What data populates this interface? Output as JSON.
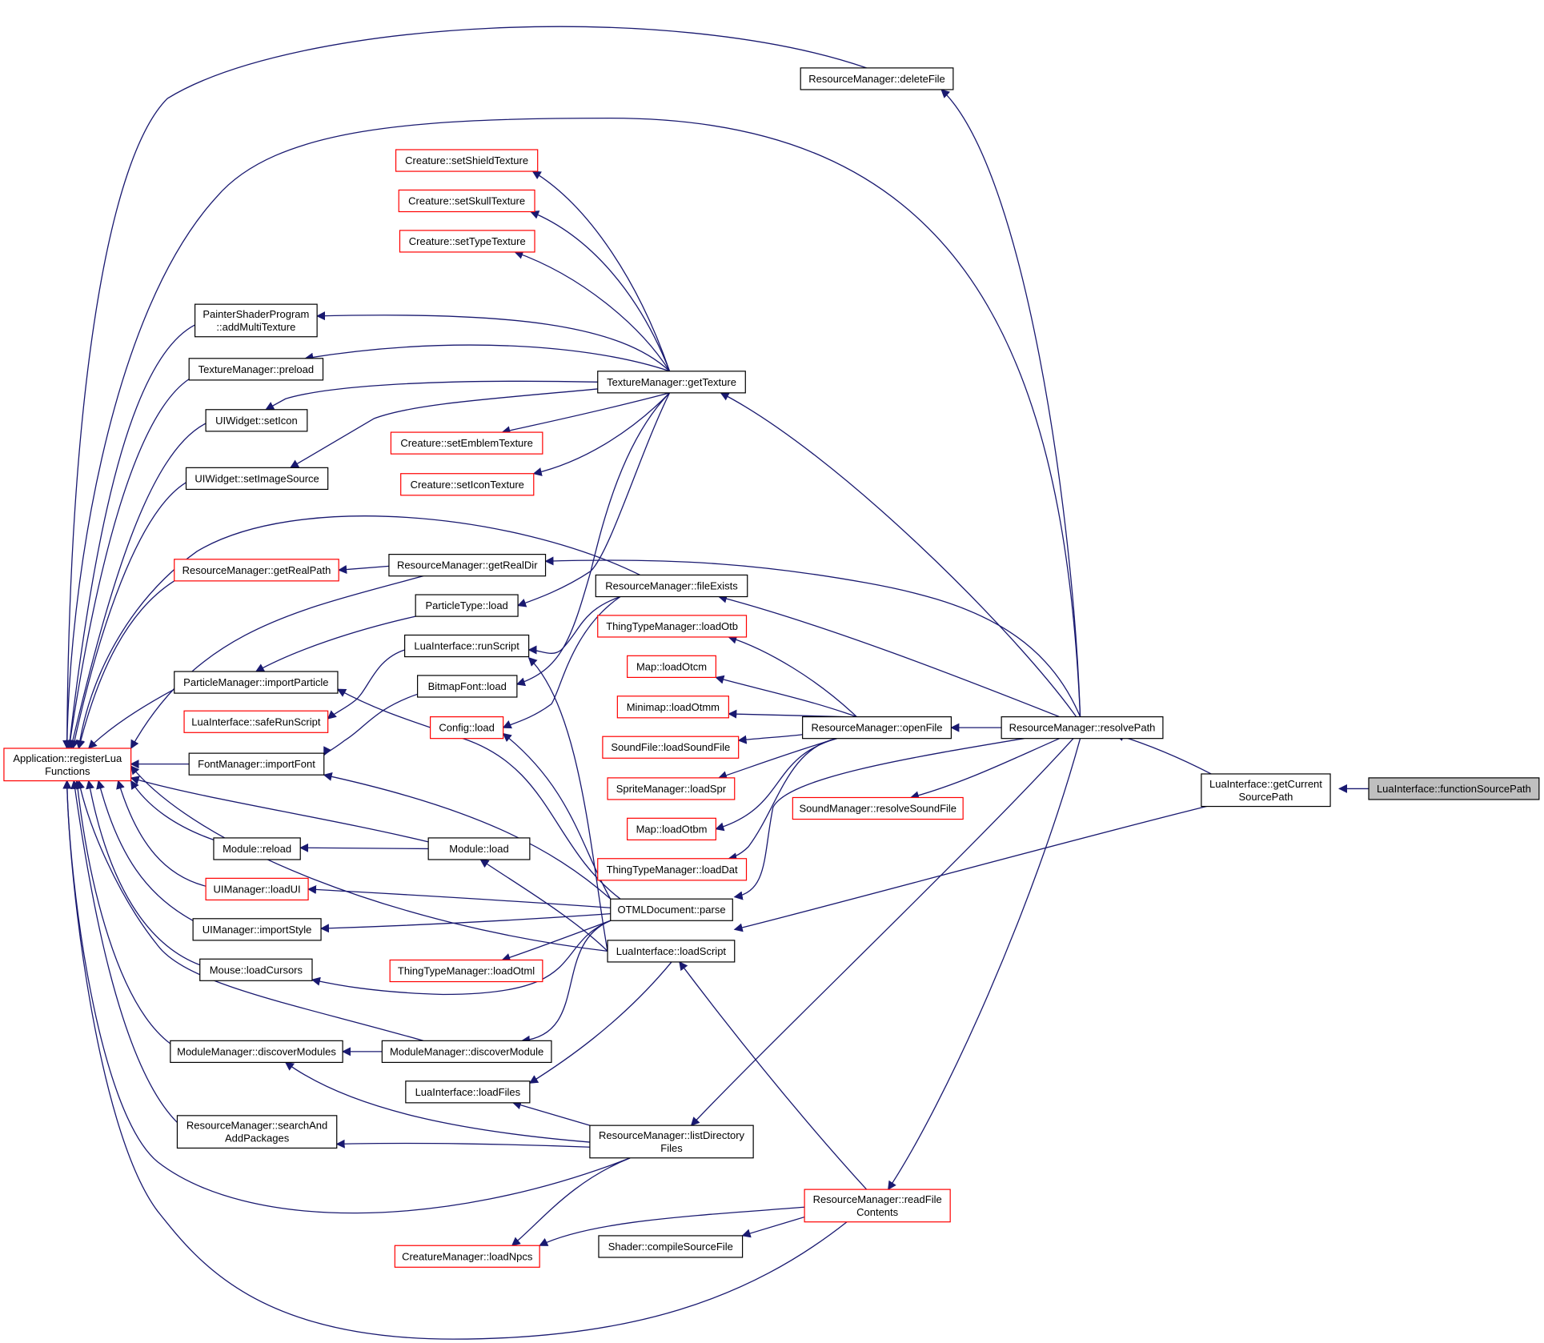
{
  "diagram": {
    "root": "fsp",
    "colors": {
      "edge": "#191970",
      "normal_border": "#000000",
      "truncated_border": "#ff0000",
      "root_fill": "#bfbfbf",
      "node_fill": "#ffffff"
    },
    "nodes": [
      {
        "id": "fsp",
        "lines": [
          "LuaInterface::functionSourcePath"
        ],
        "style": "root"
      },
      {
        "id": "gcsp",
        "lines": [
          "LuaInterface::getCurrent",
          "SourcePath"
        ],
        "style": "normal"
      },
      {
        "id": "rp",
        "lines": [
          "ResourceManager::resolvePath"
        ],
        "style": "normal"
      },
      {
        "id": "ls",
        "lines": [
          "LuaInterface::loadScript"
        ],
        "style": "normal"
      },
      {
        "id": "df",
        "lines": [
          "ResourceManager::deleteFile"
        ],
        "style": "normal"
      },
      {
        "id": "gt",
        "lines": [
          "TextureManager::getTexture"
        ],
        "style": "normal"
      },
      {
        "id": "grd",
        "lines": [
          "ResourceManager::getRealDir"
        ],
        "style": "normal"
      },
      {
        "id": "fe",
        "lines": [
          "ResourceManager::fileExists"
        ],
        "style": "normal"
      },
      {
        "id": "of",
        "lines": [
          "ResourceManager::openFile"
        ],
        "style": "normal"
      },
      {
        "id": "rsf",
        "lines": [
          "SoundManager::resolveSoundFile"
        ],
        "style": "truncated"
      },
      {
        "id": "ldf",
        "lines": [
          "ResourceManager::listDirectory",
          "Files"
        ],
        "style": "normal"
      },
      {
        "id": "rfc",
        "lines": [
          "ResourceManager::readFile",
          "Contents"
        ],
        "style": "truncated"
      },
      {
        "id": "sst",
        "lines": [
          "Creature::setShieldTexture"
        ],
        "style": "truncated"
      },
      {
        "id": "skt",
        "lines": [
          "Creature::setSkullTexture"
        ],
        "style": "truncated"
      },
      {
        "id": "stt",
        "lines": [
          "Creature::setTypeTexture"
        ],
        "style": "truncated"
      },
      {
        "id": "amt",
        "lines": [
          "PainterShaderProgram",
          "::addMultiTexture"
        ],
        "style": "normal"
      },
      {
        "id": "tmp",
        "lines": [
          "TextureManager::preload"
        ],
        "style": "normal"
      },
      {
        "id": "wsi",
        "lines": [
          "UIWidget::setIcon"
        ],
        "style": "normal"
      },
      {
        "id": "set",
        "lines": [
          "Creature::setEmblemTexture"
        ],
        "style": "truncated"
      },
      {
        "id": "wsis",
        "lines": [
          "UIWidget::setImageSource"
        ],
        "style": "normal"
      },
      {
        "id": "sit",
        "lines": [
          "Creature::setIconTexture"
        ],
        "style": "truncated"
      },
      {
        "id": "grp",
        "lines": [
          "ResourceManager::getRealPath"
        ],
        "style": "truncated"
      },
      {
        "id": "ptl",
        "lines": [
          "ParticleType::load"
        ],
        "style": "normal"
      },
      {
        "id": "lotb",
        "lines": [
          "ThingTypeManager::loadOtb"
        ],
        "style": "truncated"
      },
      {
        "id": "lrs",
        "lines": [
          "LuaInterface::runScript"
        ],
        "style": "normal"
      },
      {
        "id": "mlotcm",
        "lines": [
          "Map::loadOtcm"
        ],
        "style": "truncated"
      },
      {
        "id": "pmip",
        "lines": [
          "ParticleManager::importParticle"
        ],
        "style": "normal"
      },
      {
        "id": "bfl",
        "lines": [
          "BitmapFont::load"
        ],
        "style": "normal"
      },
      {
        "id": "mmlotmm",
        "lines": [
          "Minimap::loadOtmm"
        ],
        "style": "truncated"
      },
      {
        "id": "lsrs",
        "lines": [
          "LuaInterface::safeRunScript"
        ],
        "style": "truncated"
      },
      {
        "id": "cfgl",
        "lines": [
          "Config::load"
        ],
        "style": "truncated"
      },
      {
        "id": "sflsf",
        "lines": [
          "SoundFile::loadSoundFile"
        ],
        "style": "truncated"
      },
      {
        "id": "arlf",
        "lines": [
          "Application::registerLua",
          "Functions"
        ],
        "style": "truncated"
      },
      {
        "id": "fmif",
        "lines": [
          "FontManager::importFont"
        ],
        "style": "normal"
      },
      {
        "id": "smls",
        "lines": [
          "SpriteManager::loadSpr"
        ],
        "style": "truncated"
      },
      {
        "id": "mlotbm",
        "lines": [
          "Map::loadOtbm"
        ],
        "style": "truncated"
      },
      {
        "id": "modrl",
        "lines": [
          "Module::reload"
        ],
        "style": "normal"
      },
      {
        "id": "modl",
        "lines": [
          "Module::load"
        ],
        "style": "normal"
      },
      {
        "id": "ttmld",
        "lines": [
          "ThingTypeManager::loadDat"
        ],
        "style": "truncated"
      },
      {
        "id": "uilu",
        "lines": [
          "UIManager::loadUI"
        ],
        "style": "truncated"
      },
      {
        "id": "otmlp",
        "lines": [
          "OTMLDocument::parse"
        ],
        "style": "normal"
      },
      {
        "id": "uiis",
        "lines": [
          "UIManager::importStyle"
        ],
        "style": "normal"
      },
      {
        "id": "ttmlo",
        "lines": [
          "ThingTypeManager::loadOtml"
        ],
        "style": "truncated"
      },
      {
        "id": "mlc",
        "lines": [
          "Mouse::loadCursors"
        ],
        "style": "normal"
      },
      {
        "id": "mmdms",
        "lines": [
          "ModuleManager::discoverModules"
        ],
        "style": "normal"
      },
      {
        "id": "mmdm",
        "lines": [
          "ModuleManager::discoverModule"
        ],
        "style": "normal"
      },
      {
        "id": "lilf",
        "lines": [
          "LuaInterface::loadFiles"
        ],
        "style": "normal"
      },
      {
        "id": "rmsap",
        "lines": [
          "ResourceManager::searchAnd",
          "AddPackages"
        ],
        "style": "normal"
      },
      {
        "id": "cmln",
        "lines": [
          "CreatureManager::loadNpcs"
        ],
        "style": "truncated"
      },
      {
        "id": "shcsf",
        "lines": [
          "Shader::compileSourceFile"
        ],
        "style": "normal"
      }
    ],
    "edges": [
      [
        "fsp",
        "gcsp"
      ],
      [
        "gcsp",
        "rp"
      ],
      [
        "gcsp",
        "ls"
      ],
      [
        "rp",
        "df"
      ],
      [
        "rp",
        "gt"
      ],
      [
        "rp",
        "grd"
      ],
      [
        "rp",
        "fe"
      ],
      [
        "rp",
        "of"
      ],
      [
        "rp",
        "rsf"
      ],
      [
        "rp",
        "ldf"
      ],
      [
        "rp",
        "rfc"
      ],
      [
        "rp",
        "arlf"
      ],
      [
        "rp",
        "otmlp"
      ],
      [
        "ls",
        "lrs"
      ],
      [
        "ls",
        "modl"
      ],
      [
        "ls",
        "lilf"
      ],
      [
        "ls",
        "arlf"
      ],
      [
        "rfc",
        "ls"
      ],
      [
        "df",
        "arlf"
      ],
      [
        "gt",
        "sst"
      ],
      [
        "gt",
        "skt"
      ],
      [
        "gt",
        "stt"
      ],
      [
        "gt",
        "amt"
      ],
      [
        "gt",
        "tmp"
      ],
      [
        "gt",
        "wsi"
      ],
      [
        "gt",
        "set"
      ],
      [
        "gt",
        "wsis"
      ],
      [
        "gt",
        "sit"
      ],
      [
        "gt",
        "ptl"
      ],
      [
        "gt",
        "bfl"
      ],
      [
        "grd",
        "grp"
      ],
      [
        "grd",
        "arlf"
      ],
      [
        "grp",
        "arlf"
      ],
      [
        "fe",
        "cfgl"
      ],
      [
        "fe",
        "lrs"
      ],
      [
        "fe",
        "arlf"
      ],
      [
        "of",
        "lotb"
      ],
      [
        "of",
        "mlotcm"
      ],
      [
        "of",
        "mmlotmm"
      ],
      [
        "of",
        "sflsf"
      ],
      [
        "of",
        "smls"
      ],
      [
        "of",
        "mlotbm"
      ],
      [
        "of",
        "ttmld"
      ],
      [
        "ldf",
        "lilf"
      ],
      [
        "ldf",
        "mmdms"
      ],
      [
        "ldf",
        "rmsap"
      ],
      [
        "ldf",
        "cmln"
      ],
      [
        "ldf",
        "arlf"
      ],
      [
        "rfc",
        "cmln"
      ],
      [
        "rfc",
        "shcsf"
      ],
      [
        "rfc",
        "arlf"
      ],
      [
        "amt",
        "arlf"
      ],
      [
        "tmp",
        "arlf"
      ],
      [
        "wsi",
        "arlf"
      ],
      [
        "wsis",
        "arlf"
      ],
      [
        "ptl",
        "pmip"
      ],
      [
        "pmip",
        "arlf"
      ],
      [
        "lrs",
        "lsrs"
      ],
      [
        "modl",
        "modrl"
      ],
      [
        "modl",
        "arlf"
      ],
      [
        "modrl",
        "arlf"
      ],
      [
        "otmlp",
        "pmip"
      ],
      [
        "otmlp",
        "fmif"
      ],
      [
        "otmlp",
        "cfgl"
      ],
      [
        "otmlp",
        "uilu"
      ],
      [
        "otmlp",
        "uiis"
      ],
      [
        "otmlp",
        "ttmlo"
      ],
      [
        "otmlp",
        "mlc"
      ],
      [
        "otmlp",
        "mmdm"
      ],
      [
        "bfl",
        "fmif"
      ],
      [
        "fmif",
        "arlf"
      ],
      [
        "uilu",
        "arlf"
      ],
      [
        "uiis",
        "arlf"
      ],
      [
        "mlc",
        "arlf"
      ],
      [
        "mmdm",
        "mmdms"
      ],
      [
        "mmdm",
        "arlf"
      ],
      [
        "mmdms",
        "arlf"
      ],
      [
        "rmsap",
        "arlf"
      ]
    ]
  }
}
